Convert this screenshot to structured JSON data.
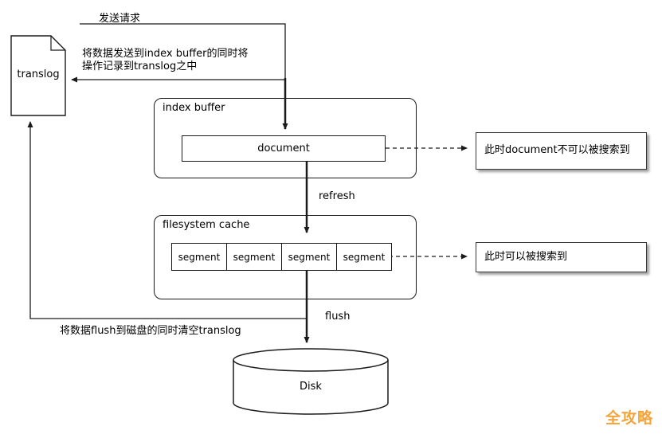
{
  "nodes": {
    "translog": {
      "label": "translog"
    },
    "index_buffer": {
      "title": "index buffer",
      "document_label": "document"
    },
    "filesystem_cache": {
      "title": "filesystem cache",
      "segments": [
        "segment",
        "segment",
        "segment",
        "segment"
      ]
    },
    "disk": {
      "label": "Disk"
    }
  },
  "annotations": {
    "send_request": "发送请求",
    "to_buffer_and_translog": "将数据发送到index buffer的同时将操作记录到translog之中",
    "refresh": "refresh",
    "flush": "flush",
    "flush_clear": "将数据flush到磁盘的同时清空translog",
    "not_searchable": "此时document不可以被搜索到",
    "searchable": "此时可以被搜索到"
  },
  "watermark": {
    "text": "全攻略",
    "color": "#F5A43B"
  },
  "colors": {
    "line": "#1a1a1a",
    "background": "#ffffff"
  }
}
